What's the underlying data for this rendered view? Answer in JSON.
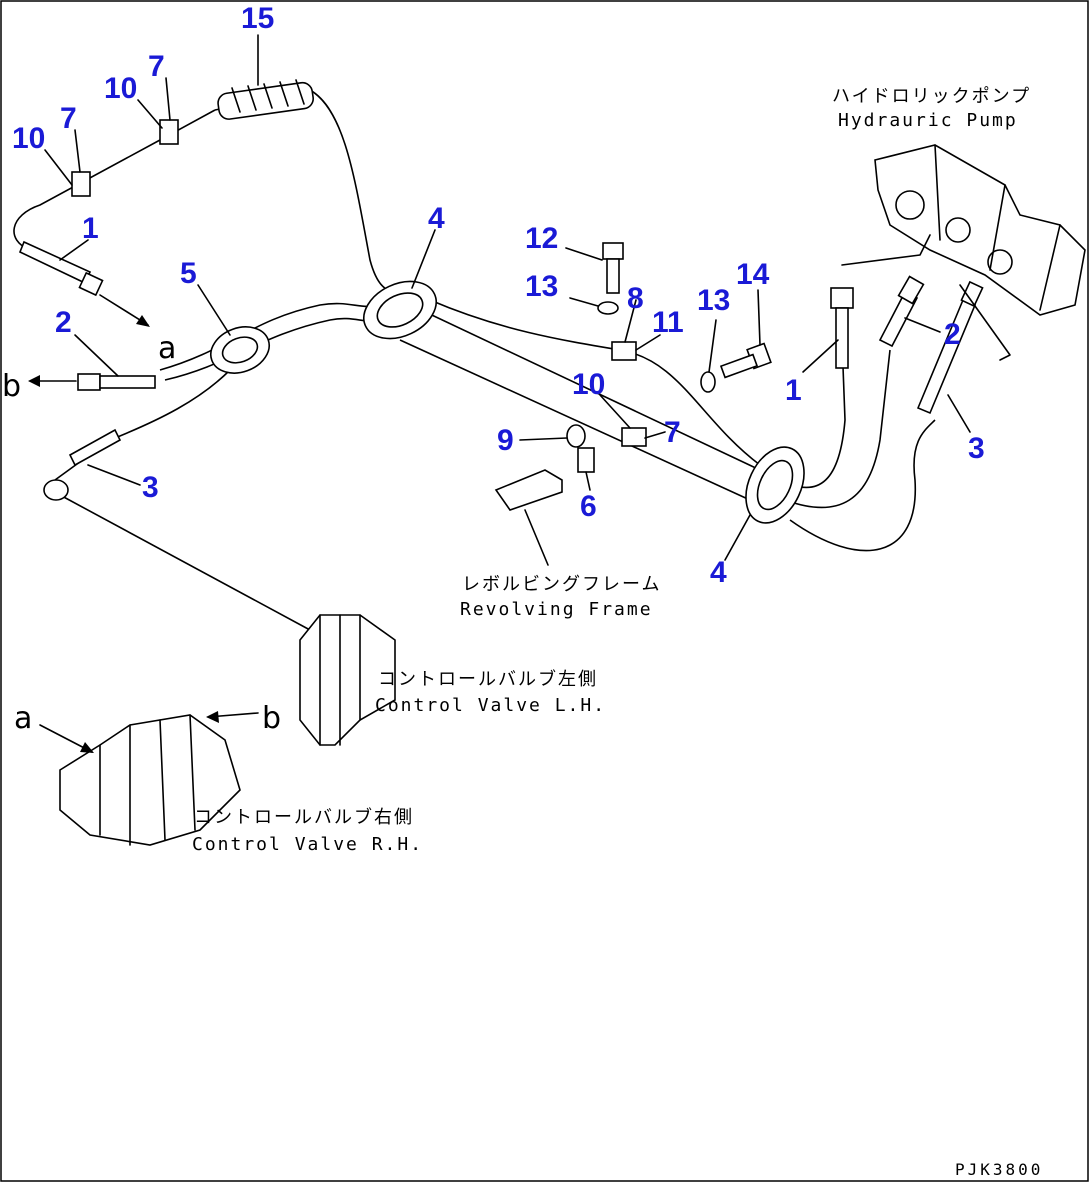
{
  "labels": {
    "pump_jp": "ハイドロリックポンプ",
    "pump_en": "Hydrauric Pump",
    "frame_jp": "レボルビングフレーム",
    "frame_en": "Revolving Frame",
    "cv_left_jp": "コントロールバルブ左側",
    "cv_left_en": "Control Valve L.H.",
    "cv_right_jp": "コントロールバルブ右側",
    "cv_right_en": "Control Valve R.H."
  },
  "refs": {
    "a": "a",
    "b": "b"
  },
  "drawing_code": "PJK3800",
  "callouts": [
    "15",
    "7",
    "10",
    "7",
    "10",
    "1",
    "5",
    "4",
    "2",
    "3",
    "12",
    "13",
    "8",
    "11",
    "13",
    "14",
    "10",
    "9",
    "7",
    "6",
    "4",
    "1",
    "2",
    "3"
  ]
}
